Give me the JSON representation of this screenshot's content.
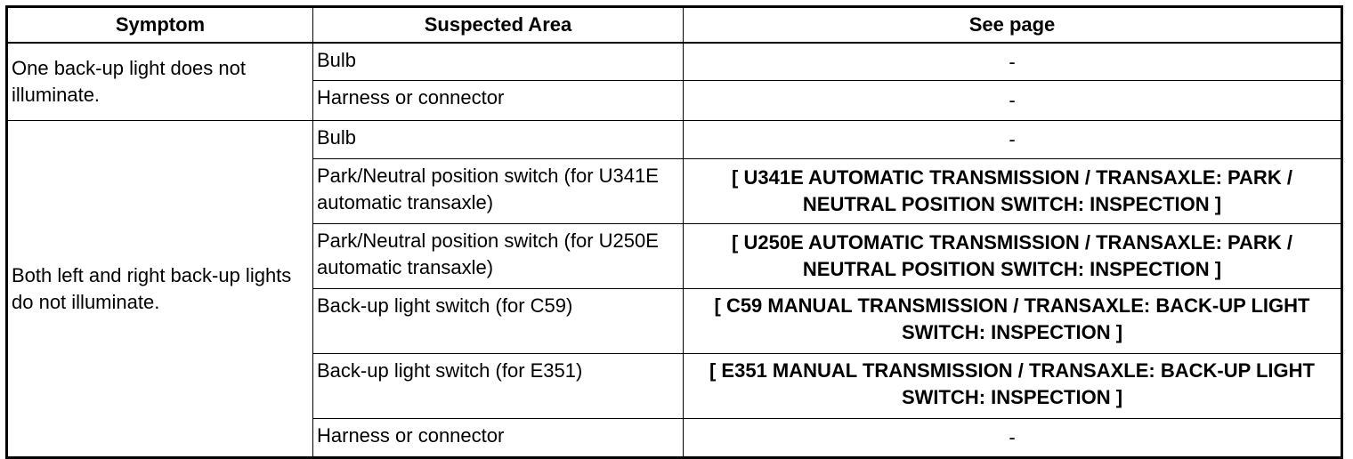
{
  "table": {
    "headers": {
      "symptom": "Symptom",
      "area": "Suspected Area",
      "page": "See page"
    },
    "groups": [
      {
        "symptom": "One back-up light does not illuminate.",
        "rows": [
          {
            "area": "Bulb",
            "page": "-"
          },
          {
            "area": "Harness or connector",
            "page": "-"
          }
        ]
      },
      {
        "symptom": "Both left and right back-up lights do not illuminate.",
        "rows": [
          {
            "area": "Bulb",
            "page": "-"
          },
          {
            "area": "Park/Neutral position switch (for U341E automatic transaxle)",
            "page": "[ U341E AUTOMATIC TRANSMISSION / TRANSAXLE: PARK / NEUTRAL POSITION SWITCH: INSPECTION ]"
          },
          {
            "area": "Park/Neutral position switch (for U250E automatic transaxle)",
            "page": "[ U250E AUTOMATIC TRANSMISSION / TRANSAXLE: PARK / NEUTRAL POSITION SWITCH: INSPECTION ]"
          },
          {
            "area": "Back-up light switch (for C59)",
            "page": "[ C59 MANUAL TRANSMISSION / TRANSAXLE: BACK-UP LIGHT SWITCH: INSPECTION ]"
          },
          {
            "area": "Back-up light switch (for E351)",
            "page": "[ E351 MANUAL TRANSMISSION / TRANSAXLE: BACK-UP LIGHT SWITCH: INSPECTION ]"
          },
          {
            "area": "Harness or connector",
            "page": "-"
          }
        ]
      }
    ]
  }
}
